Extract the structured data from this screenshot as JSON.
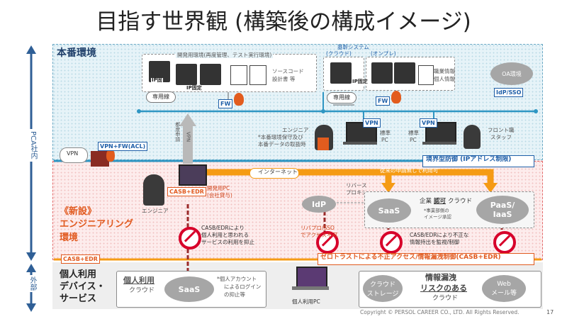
{
  "title": "目指す世界観 (構築後の構成イメージ)",
  "regions": {
    "production": "本番環境",
    "new_label": "《新設》",
    "engineering_line1": "エンジニアリング",
    "engineering_line2": "環境",
    "personal_line1": "個人利用",
    "personal_line2": "デバイス・",
    "personal_line3": "サービス"
  },
  "side": {
    "pca": "PCA社内",
    "external": "外部"
  },
  "dev_env": {
    "caption": "開発用環境(再度管理、テスト実行環境)",
    "ip_fixed": "IP固",
    "ip_fixed2": "IP固定",
    "source_line1": "ソースコード",
    "source_line2": "設計書  等",
    "dedicated_line": "専用線",
    "fw": "FW"
  },
  "core_system": {
    "title": "基幹システム",
    "cloud": "(クラウド)",
    "onprem": "(オンプレ)",
    "ip_fixed": "IP固定",
    "info_line1": "職業情報",
    "info_line2": "個人情報",
    "dedicated_line": "専用線",
    "fw": "FW"
  },
  "oa": {
    "label": "OA環境",
    "idp_sso": "IdP/SSO"
  },
  "vpn": {
    "cloud_label": "VPN",
    "fw_acl": "VPN+FW(ACL)",
    "vpn_tag": "VPN",
    "vpn_tag2": "VPN",
    "vertical_vpn": "VPN",
    "vertical_note": "都度申請"
  },
  "engineer_pc": {
    "line1": "エンジニア",
    "line2": "*本番環境保守及び",
    "line3": "本番データの取扱時",
    "std_pc": "標準",
    "pc": "PC"
  },
  "front_staff": {
    "pc1": "標準",
    "pc2": "PC",
    "line1": "フロント職",
    "line2": "スタッフ"
  },
  "boundary": {
    "label": "境界型防御 (IPアドレス制限)"
  },
  "internet": {
    "label": "インターネット",
    "prior_use": "従来の申請無しで利用可"
  },
  "engineering": {
    "engineer": "エンジニア",
    "casb_edr": "CASB+EDR",
    "dev_pc_line1": "開発用PC",
    "dev_pc_line2": "(会社貸与)",
    "casb_note1": "CASB/EDRにより",
    "casb_note2": "個人利用と思われる",
    "casb_note3": "サービスの利用を抑止",
    "idp": "IdP",
    "reverse_line1": "リバース",
    "reverse_line2": "プロキシ",
    "saas": "SaaS",
    "enterprise_cloud_a": "企業",
    "enterprise_cloud_b": "認可",
    "enterprise_cloud_c": "クラウド",
    "enterprise_note1": "*事業部側の",
    "enterprise_note2": "イメージ承認",
    "paas_line1": "PaaS/",
    "paas_line2": "IaaS",
    "ribupuro1": "リバプロ/SSO",
    "ribupuro2": "でアクセス不可",
    "casb_note_b1": "CASB/EDRにより不正な",
    "casb_note_b2": "情報持出を監視/制御"
  },
  "zero_trust": {
    "casb_edr_left": "CASB+EDR",
    "label": "ゼロトラストによる不正アクセス/情報漏洩制御(CASB+EDR)"
  },
  "personal": {
    "cloud_line1": "個人利用",
    "cloud_line2": "クラウド",
    "saas": "SaaS",
    "note1": "*個人アカウント",
    "note2": "によるログイン",
    "note3": "の抑止等",
    "pc_label": "個人利用PC",
    "leak_line1": "情報漏洩",
    "leak_line2": "リスクのある",
    "leak_line3": "クラウド",
    "storage1": "クラウド",
    "storage2": "ストレージ",
    "web1": "Web",
    "web2": "メール等"
  },
  "footer": {
    "copyright": "Copyright © PERSOL CAREER CO., LTD. All Rights Reserved.",
    "page": "17"
  },
  "colors": {
    "blue_accent": "#1f5fa8",
    "orange_accent": "#e15a1f",
    "teal_line": "#2f96c3",
    "arrow_orange": "#f59b14",
    "prohibit_red": "#d7002a"
  }
}
